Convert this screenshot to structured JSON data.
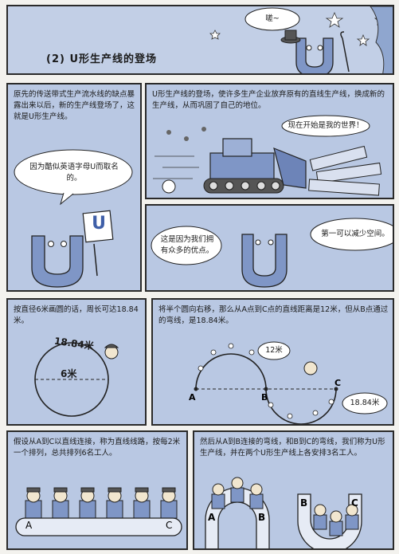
{
  "header": {
    "title": "(2) U形生产线的登场",
    "bubble": "嗟~"
  },
  "panel_intro": {
    "text": "原先的传送带式生产流水线的缺点暴露出来以后，新的生产线登场了，这就是U形生产线。",
    "bubble": "因为酷似英语字母U而取名的。",
    "sign_letter": "U"
  },
  "panel_adopt": {
    "text": "U形生产线的登场，使许多生产企业放弃原有的直线生产线，换成新的生产线，从而巩固了自己的地位。",
    "bubble": "现在开始是我的世界！"
  },
  "panel_merits": {
    "bubble_left": "这是因为我们拥有众多的优点。",
    "bubble_right": "第一可以减少空间。"
  },
  "panel_circle": {
    "text": "按直径6米画圆的话，周长可达18.84米。",
    "circumference": "18.84米",
    "diameter": "6米"
  },
  "panel_arc": {
    "text": "将半个圆向右移，那么从A点到C点的直线距离是12米，但从B点通过的弯线，是18.84米。",
    "label_a": "A",
    "label_b": "B",
    "label_c": "C",
    "bubble_12": "12米",
    "bubble_1884": "18.84米"
  },
  "panel_line": {
    "text": "假设从A到C以直线连接，称为直线线路，按每2米一个排列，总共排列6名工人。",
    "label_a": "A",
    "label_c": "C"
  },
  "panel_ushape": {
    "text": "然后从A到B连接的弯线，和B到C的弯线，我们称为U形生产线，并在两个U形生产线上各安排3名工人。",
    "label_a": "A",
    "label_b1": "B",
    "label_b2": "B",
    "label_c": "C"
  }
}
